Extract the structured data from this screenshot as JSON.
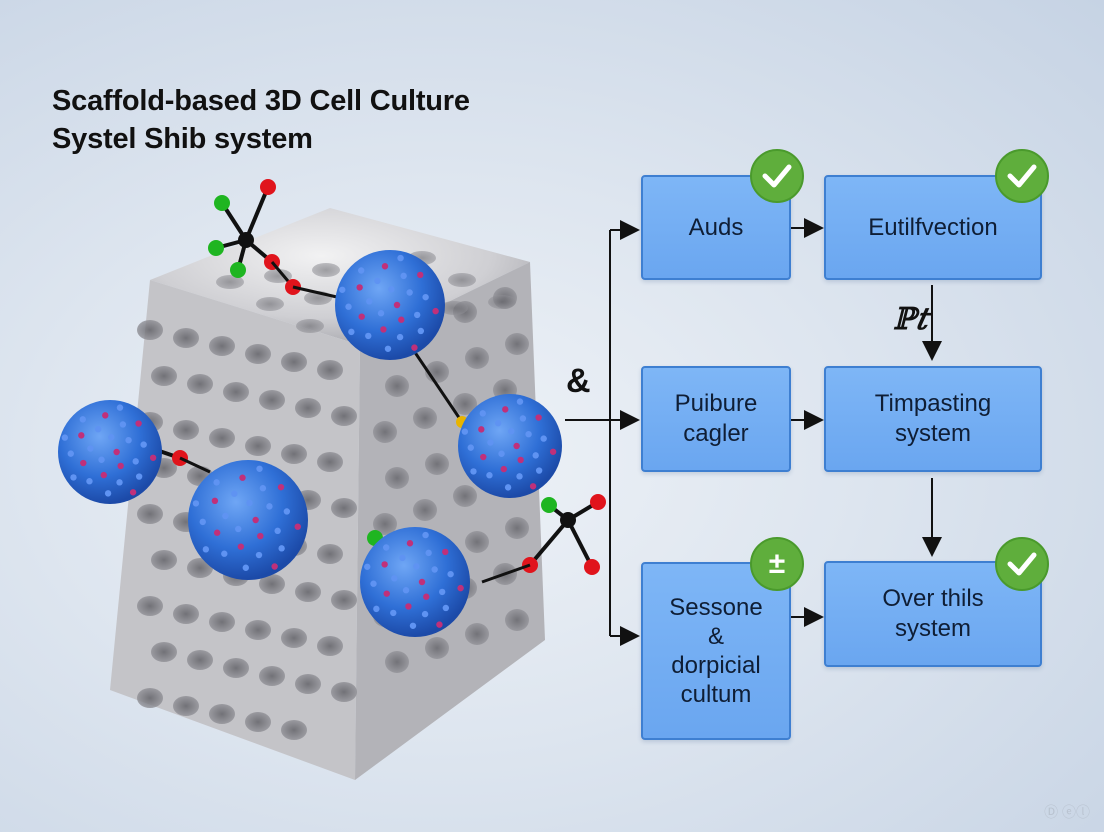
{
  "title": {
    "line1": "Scaffold-based 3D Cell Culture",
    "line2": "Systel Shib system"
  },
  "annotations": {
    "ampersand": "&",
    "symbol": "ℙ𝑡"
  },
  "boxes": {
    "auds": "Auds",
    "eutilfvection": "Eutilfvection",
    "puibure_line1": "Puibure",
    "puibure_line2": "cagler",
    "timpasting_line1": "Timpasting",
    "timpasting_line2": "system",
    "sessone_line1": "Sessone",
    "sessone_line2": "&",
    "sessone_line3": "dorpicial",
    "sessone_line4": "cultum",
    "over_line1": "Over thils",
    "over_line2": "system"
  },
  "badges": {
    "pm_symbol": "±"
  },
  "watermark": "Ⓓ ⓔⓛ",
  "colors": {
    "box_fill": "#6aa6f0",
    "box_border": "#3e7fd1",
    "badge_green": "#5fae3c",
    "cell_blue": "#2f6fd6",
    "scaffold_grey": "#c9c9cc"
  }
}
